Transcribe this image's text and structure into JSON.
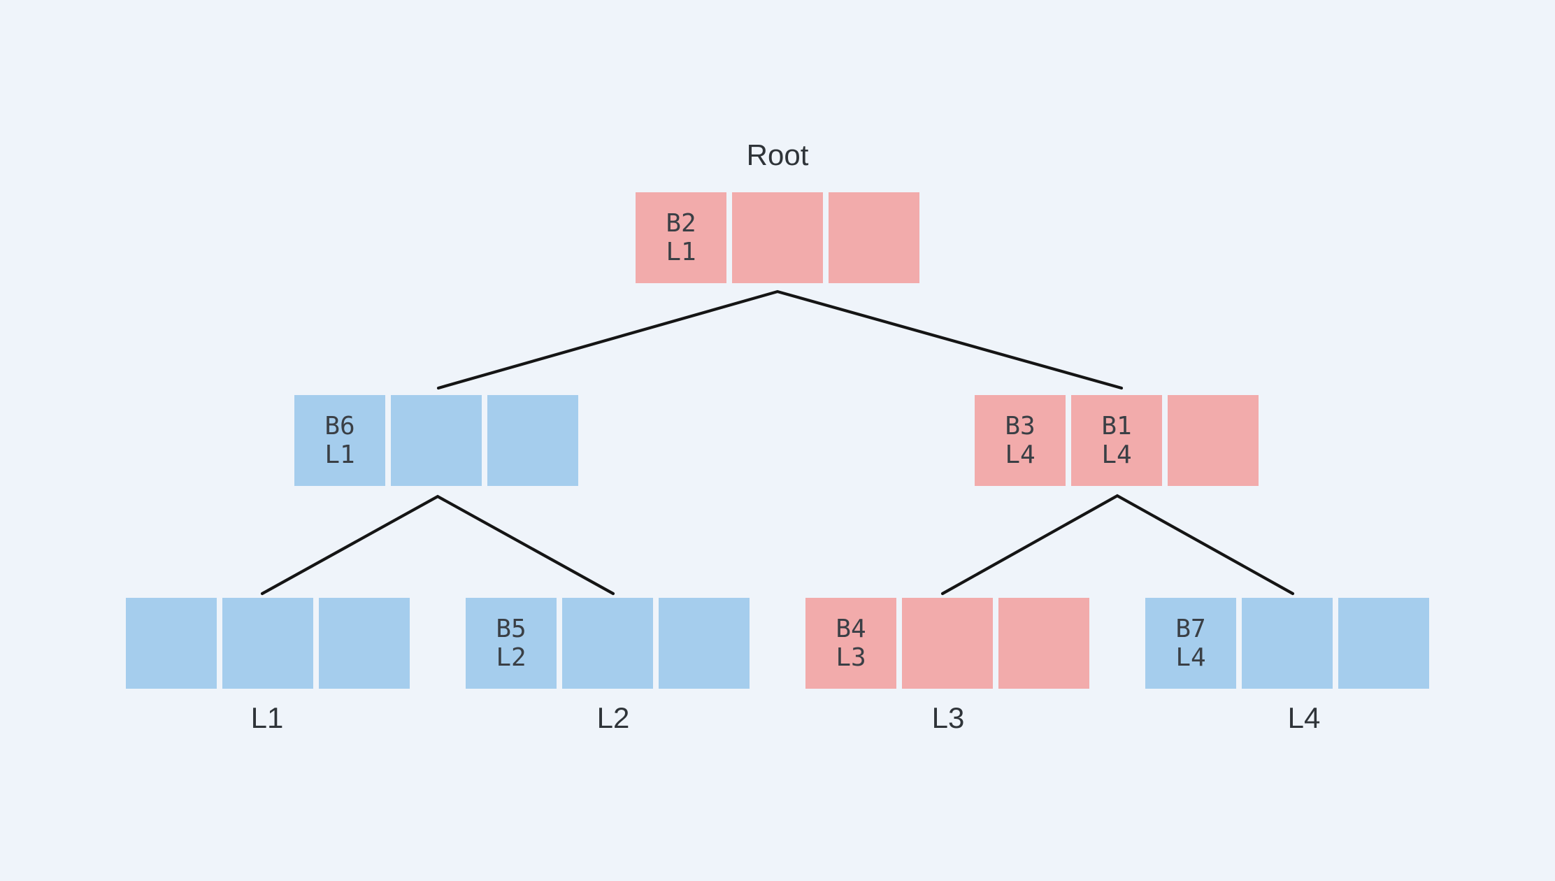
{
  "diagram": {
    "type": "b-tree",
    "colors": {
      "background": "#EFF4FA",
      "pink_node": "#F2ABAB",
      "blue_node": "#A5CDED",
      "cell_text": "#3A3F45",
      "label_text": "#2F3439",
      "connector": "#151515"
    },
    "nodes": [
      {
        "id": "root",
        "color": "pink",
        "label": "Root",
        "cells": [
          {
            "line1": "B2",
            "line2": "L1"
          },
          {
            "line1": "",
            "line2": ""
          },
          {
            "line1": "",
            "line2": ""
          }
        ]
      },
      {
        "id": "internal-left",
        "color": "blue",
        "label": "",
        "cells": [
          {
            "line1": "B6",
            "line2": "L1"
          },
          {
            "line1": "",
            "line2": ""
          },
          {
            "line1": "",
            "line2": ""
          }
        ]
      },
      {
        "id": "internal-right",
        "color": "pink",
        "label": "",
        "cells": [
          {
            "line1": "B3",
            "line2": "L4"
          },
          {
            "line1": "B1",
            "line2": "L4"
          },
          {
            "line1": "",
            "line2": ""
          }
        ]
      },
      {
        "id": "leaf-1",
        "color": "blue",
        "label": "L1",
        "cells": [
          {
            "line1": "",
            "line2": ""
          },
          {
            "line1": "",
            "line2": ""
          },
          {
            "line1": "",
            "line2": ""
          }
        ]
      },
      {
        "id": "leaf-2",
        "color": "blue",
        "label": "L2",
        "cells": [
          {
            "line1": "B5",
            "line2": "L2"
          },
          {
            "line1": "",
            "line2": ""
          },
          {
            "line1": "",
            "line2": ""
          }
        ]
      },
      {
        "id": "leaf-3",
        "color": "pink",
        "label": "L3",
        "cells": [
          {
            "line1": "B4",
            "line2": "L3"
          },
          {
            "line1": "",
            "line2": ""
          },
          {
            "line1": "",
            "line2": ""
          }
        ]
      },
      {
        "id": "leaf-4",
        "color": "blue",
        "label": "L4",
        "cells": [
          {
            "line1": "B7",
            "line2": "L4"
          },
          {
            "line1": "",
            "line2": ""
          },
          {
            "line1": "",
            "line2": ""
          }
        ]
      }
    ],
    "edges": [
      {
        "from": "root",
        "to": "internal-left"
      },
      {
        "from": "root",
        "to": "internal-right"
      },
      {
        "from": "internal-left",
        "to": "leaf-1"
      },
      {
        "from": "internal-left",
        "to": "leaf-2"
      },
      {
        "from": "internal-right",
        "to": "leaf-3"
      },
      {
        "from": "internal-right",
        "to": "leaf-4"
      }
    ]
  }
}
